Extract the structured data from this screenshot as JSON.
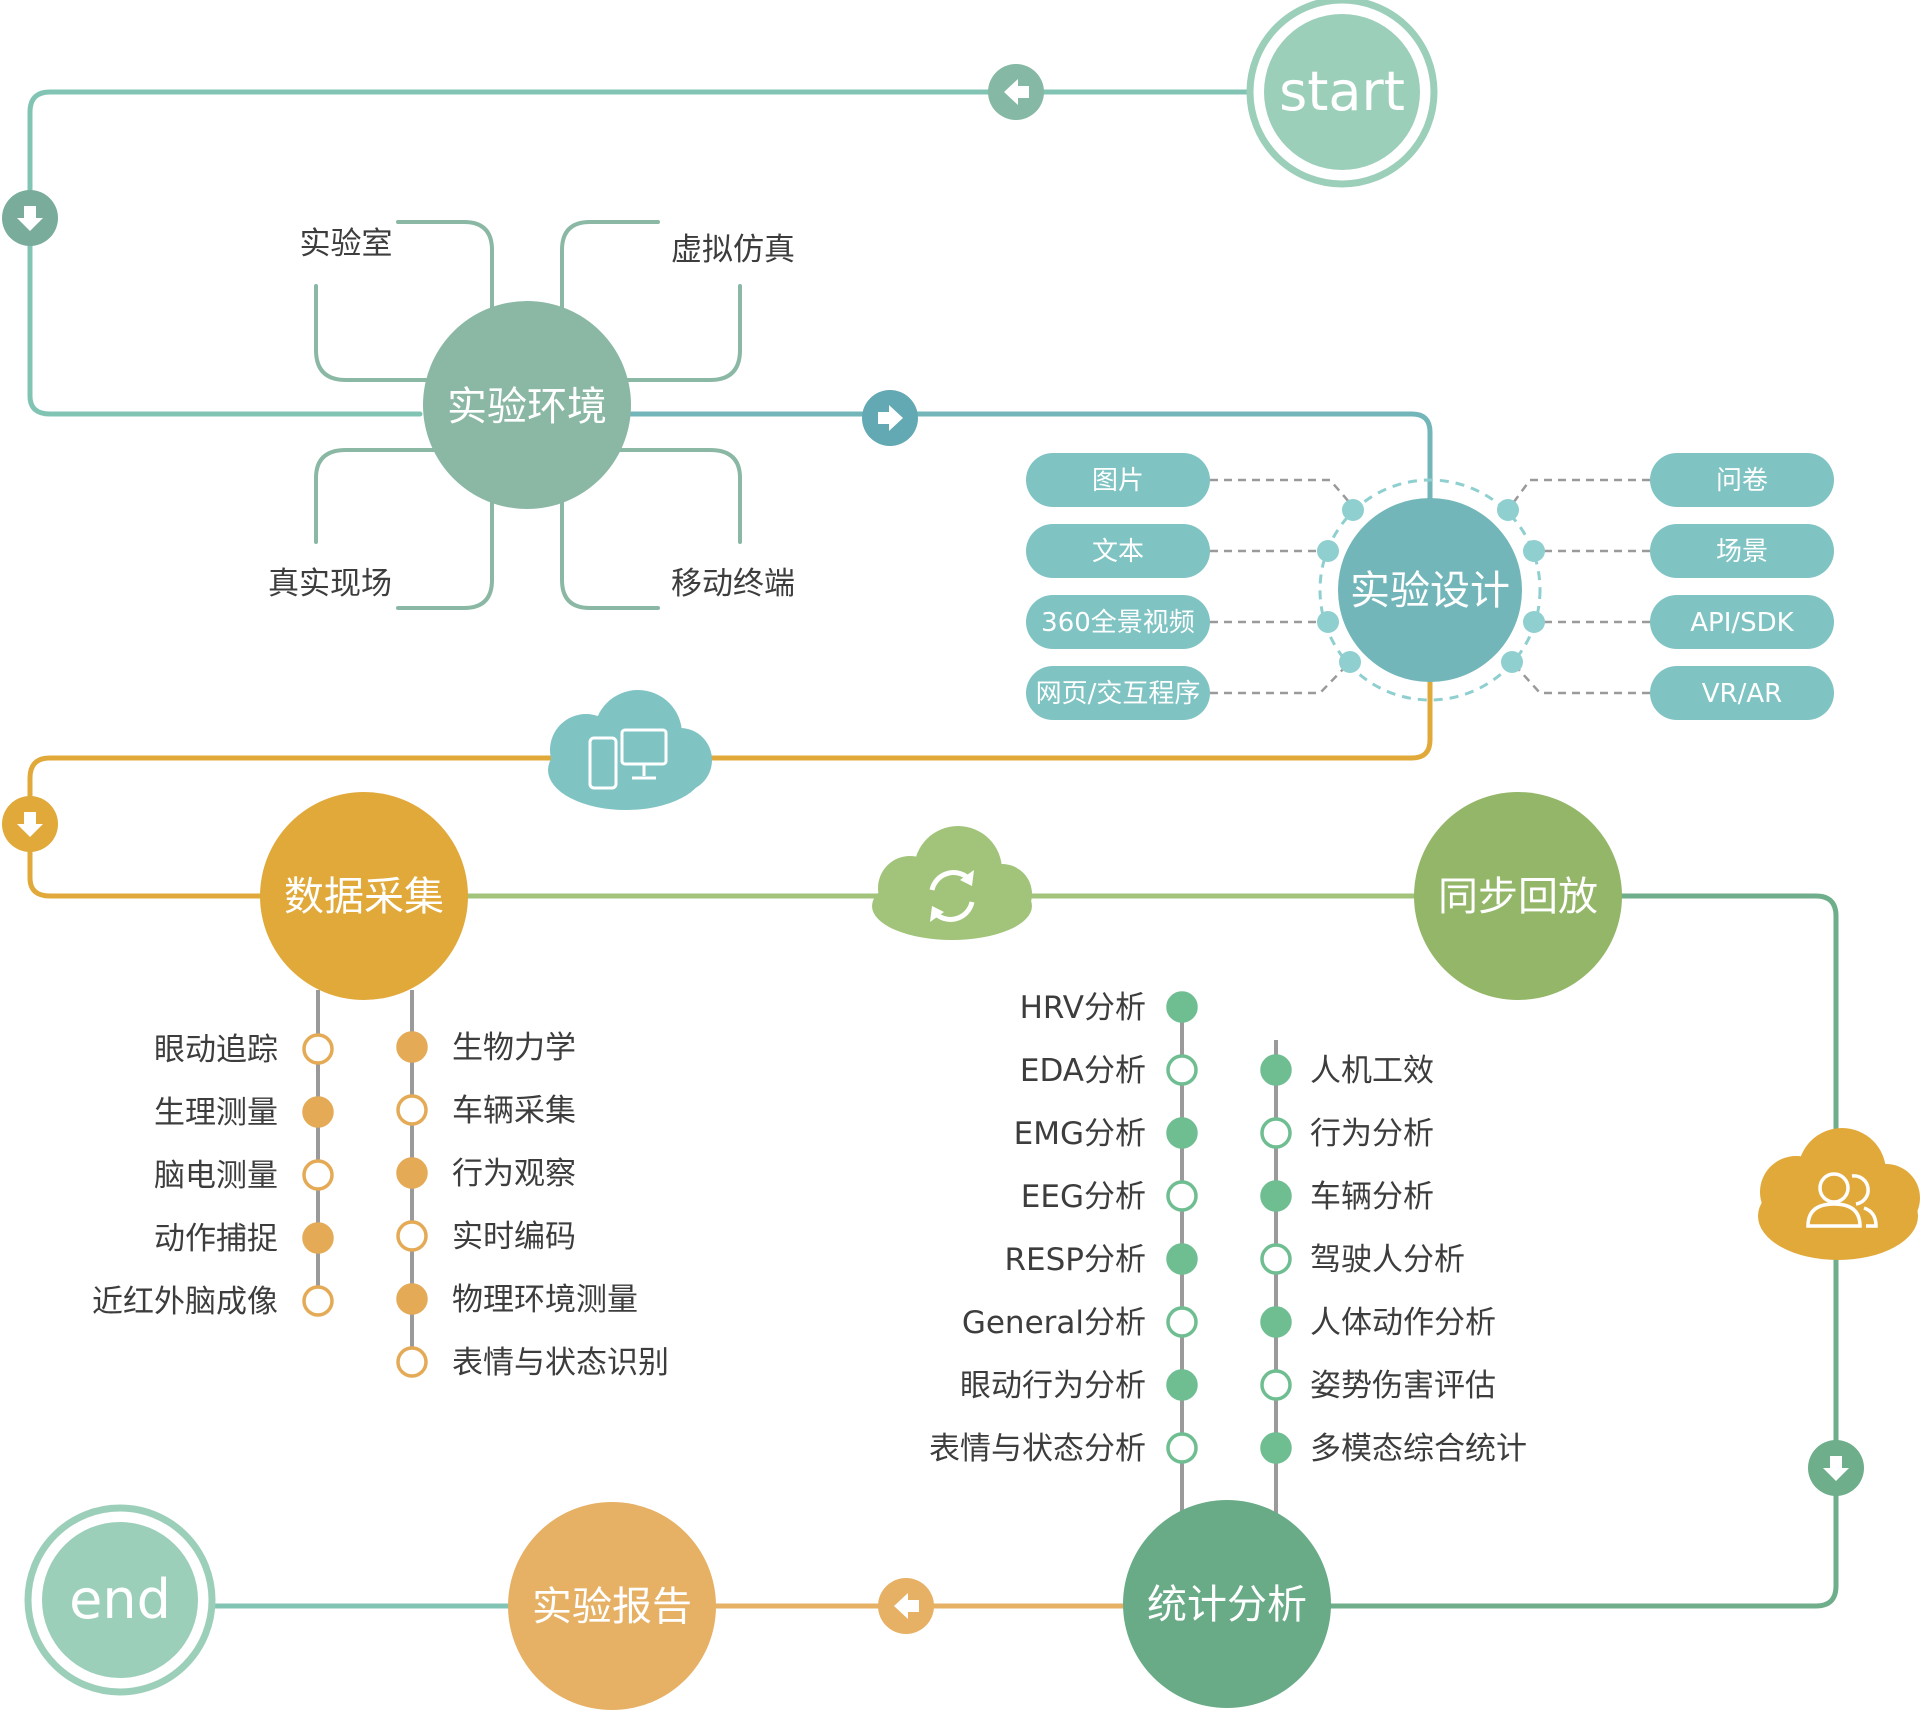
{
  "nodes": {
    "start": "start",
    "env": "实验环境",
    "design": "实验设计",
    "collect": "数据采集",
    "sync": "同步回放",
    "stats": "统计分析",
    "report": "实验报告",
    "end": "end"
  },
  "env_items": [
    "实验室",
    "虚拟仿真",
    "真实现场",
    "移动终端"
  ],
  "design_left": [
    "图片",
    "文本",
    "360全景视频",
    "网页/交互程序"
  ],
  "design_right": [
    "问卷",
    "场景",
    "API/SDK",
    "VR/AR"
  ],
  "collect_left": [
    "眼动追踪",
    "生理测量",
    "脑电测量",
    "动作捕捉",
    "近红外脑成像"
  ],
  "collect_right": [
    "生物力学",
    "车辆采集",
    "行为观察",
    "实时编码",
    "物理环境测量",
    "表情与状态识别"
  ],
  "stats_left": [
    "HRV分析",
    "EDA分析",
    "EMG分析",
    "EEG分析",
    "RESP分析",
    "General分析",
    "眼动行为分析",
    "表情与状态分析"
  ],
  "stats_right": [
    "人机工效",
    "行为分析",
    "车辆分析",
    "驾驶人分析",
    "人体动作分析",
    "姿势伤害评估",
    "多模态综合统计"
  ],
  "icons": {
    "arrows": [
      "arrow-left-icon",
      "arrow-down-icon",
      "arrow-right-icon"
    ],
    "clouds": [
      "devices-cloud-icon",
      "sync-cloud-icon",
      "users-cloud-icon"
    ]
  },
  "colors": {
    "teal_line": "#82c4b4",
    "start_fill": "#9ccfba",
    "env_fill": "#8ab8a4",
    "design_fill": "#72b6b9",
    "pill_fill": "#7fc3c3",
    "orange": "#e1a93a",
    "green": "#a2c47a",
    "sync_fill": "#94b668",
    "stats_fill": "#69ab87",
    "report_fill": "#e6b165"
  }
}
